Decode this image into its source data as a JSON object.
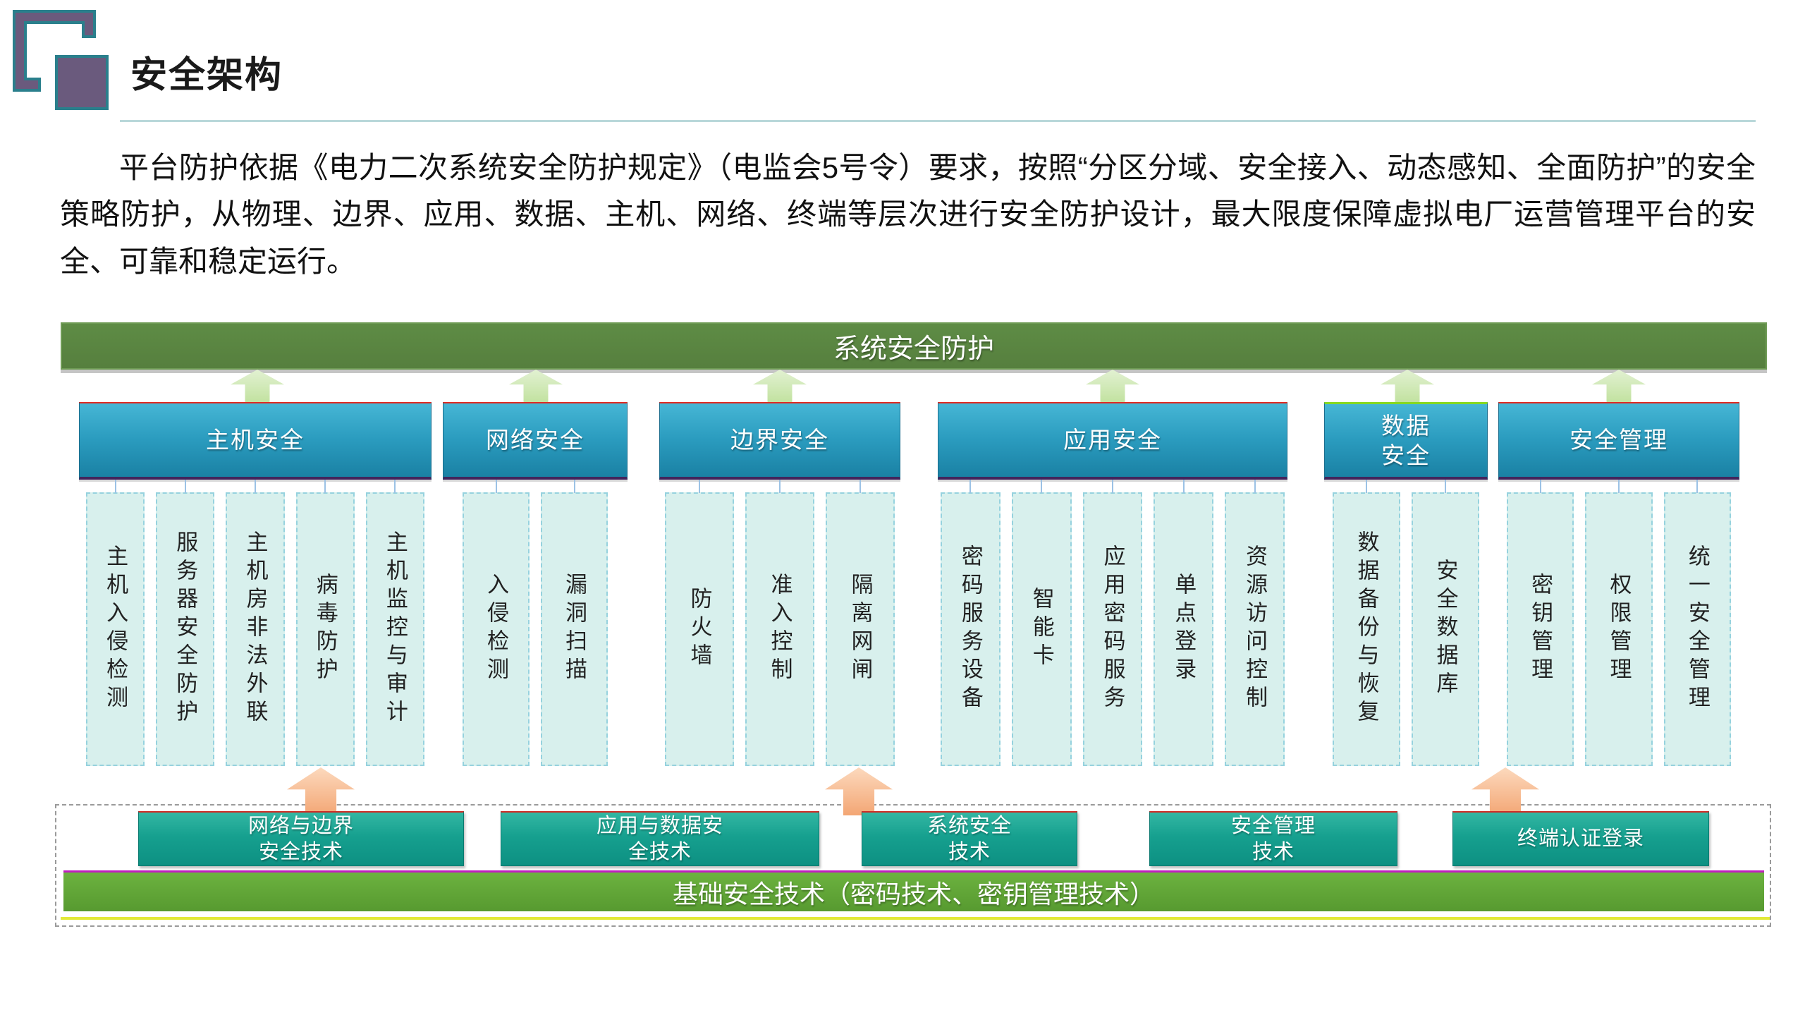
{
  "page": {
    "title": "安全架构"
  },
  "intro": "平台防护依据《电力二次系统安全防护规定》（电监会5号令）要求，按照“分区分域、安全接入、动态感知、全面防护”的安全策略防护，从物理、边界、应用、数据、主机、网络、终端等层次进行安全防护设计，最大限度保障虚拟电厂运营管理平台的安全、可靠和稳定运行。",
  "diagram": {
    "top_bar": "系统安全防护",
    "groups": [
      {
        "label": "主机安全",
        "items": [
          "主机入侵检测",
          "服务器安全防护",
          "主机房非法外联",
          "病毒防护",
          "主机监控与审计"
        ]
      },
      {
        "label": "网络安全",
        "items": [
          "入侵检测",
          "漏洞扫描"
        ]
      },
      {
        "label": "边界安全",
        "items": [
          "防火墙",
          "准入控制",
          "隔离网闸"
        ]
      },
      {
        "label": "应用安全",
        "items": [
          "密码服务设备",
          "智能卡",
          "应用密码服务",
          "单点登录",
          "资源访问控制"
        ]
      },
      {
        "label": "数据安全",
        "items": [
          "数据备份与恢复",
          "安全数据库"
        ]
      },
      {
        "label": "安全管理",
        "items": [
          "密钥管理",
          "权限管理",
          "统一安全管理"
        ]
      }
    ],
    "tech_boxes": [
      {
        "lines": [
          "网络与边界",
          "安全技术"
        ]
      },
      {
        "lines": [
          "应用与数据安",
          "全技术"
        ]
      },
      {
        "lines": [
          "系统安全",
          "技术"
        ]
      },
      {
        "lines": [
          "安全管理",
          "技术"
        ]
      },
      {
        "lines": [
          "终端认证登录"
        ]
      }
    ],
    "base_bar": "基础安全技术（密码技术、密钥管理技术）"
  },
  "colors": {
    "top_bar_green": "#588540",
    "base_bar_green": "#5aa438",
    "header_blue": "#2596b8",
    "column_fill": "#d8f0ed",
    "tech_teal": "#14998a",
    "arrow_green": "#c9e5ae",
    "arrow_orange": "#f3a674",
    "connector_blue": "#9cc2e5",
    "logo_purple": "#6a5a7d",
    "logo_teal": "#2a7f8c"
  }
}
